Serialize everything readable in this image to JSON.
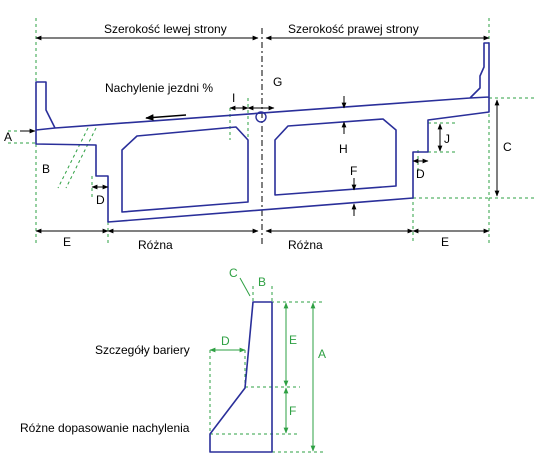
{
  "colors": {
    "structure": "#2a2f9a",
    "dimension": "#000000",
    "guide": "#2ea043",
    "background": "#ffffff"
  },
  "cross_section": {
    "left_width_label": "Szerokość lewej strony",
    "right_width_label": "Szerokość prawej strony",
    "slope_label": "Nachylenie jezdni %",
    "labels": {
      "A": "A",
      "B": "B",
      "C": "C",
      "D_left": "D",
      "D_right": "D",
      "E_left": "E",
      "E_right": "E",
      "F": "F",
      "G": "G",
      "H": "H",
      "I": "I",
      "J": "J"
    },
    "varies_left": "Różna",
    "varies_right": "Różna"
  },
  "barrier_detail": {
    "title_label": "Szczegóły bariery",
    "slope_fit_label": "Różne dopasowanie nachylenia",
    "labels": {
      "A": "A",
      "B": "B",
      "C": "C",
      "D": "D",
      "E": "E",
      "F": "F"
    }
  }
}
